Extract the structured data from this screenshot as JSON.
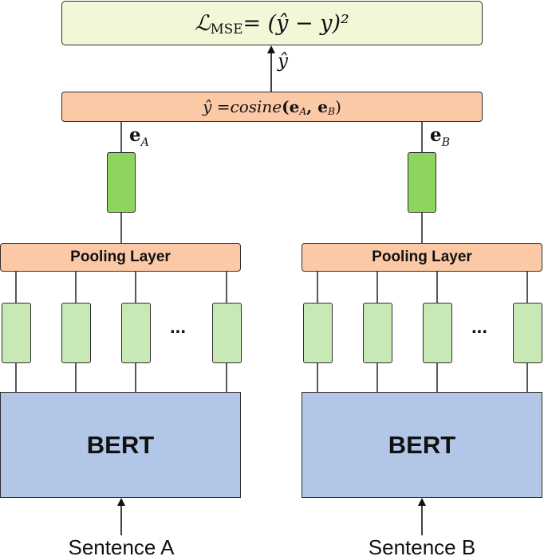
{
  "diagram": {
    "loss": {
      "symbol": "ℒ",
      "subscript": "MSE",
      "formula": " = (ŷ − y)²"
    },
    "output_label": "ŷ",
    "cosine": {
      "formula_prefix": "ŷ = ",
      "func": "cosine",
      "args": "(e",
      "sub_a": "A",
      "comma": ", e",
      "sub_b": "B",
      "close": ")"
    },
    "embeddings": [
      {
        "symbol": "e",
        "subscript": "A"
      },
      {
        "symbol": "e",
        "subscript": "B"
      }
    ],
    "towers": [
      {
        "pooling_label": "Pooling Layer",
        "encoder_label": "BERT",
        "input_label": "Sentence A",
        "ellipsis": "..."
      },
      {
        "pooling_label": "Pooling Layer",
        "encoder_label": "BERT",
        "input_label": "Sentence B",
        "ellipsis": "..."
      }
    ],
    "colors": {
      "loss_fill": "#f0f8d8",
      "cosine_fill": "#fcc9a6",
      "pooling_fill": "#fcc9a6",
      "embedding_fill": "#8ed55f",
      "token_fill": "#c8e9b5",
      "encoder_fill": "#b2c7e8",
      "stroke": "#2e2e2e"
    }
  }
}
